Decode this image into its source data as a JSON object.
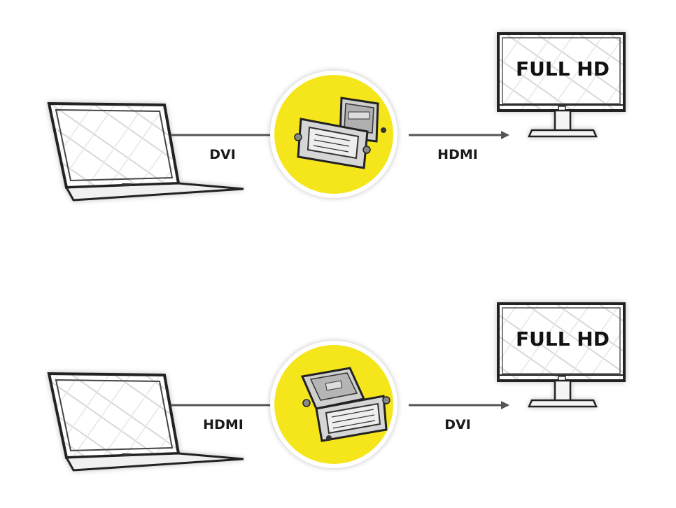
{
  "colors": {
    "accent_circle": "#f5e61e",
    "line": "#555555",
    "outline": "#222222"
  },
  "rows": [
    {
      "left_label": "DVI",
      "right_label": "HDMI",
      "monitor_text": "FULL HD",
      "adapter_icon": "dvi-to-hdmi-adapter-icon"
    },
    {
      "left_label": "HDMI",
      "right_label": "DVI",
      "monitor_text": "FULL HD",
      "adapter_icon": "hdmi-to-dvi-adapter-icon"
    }
  ]
}
